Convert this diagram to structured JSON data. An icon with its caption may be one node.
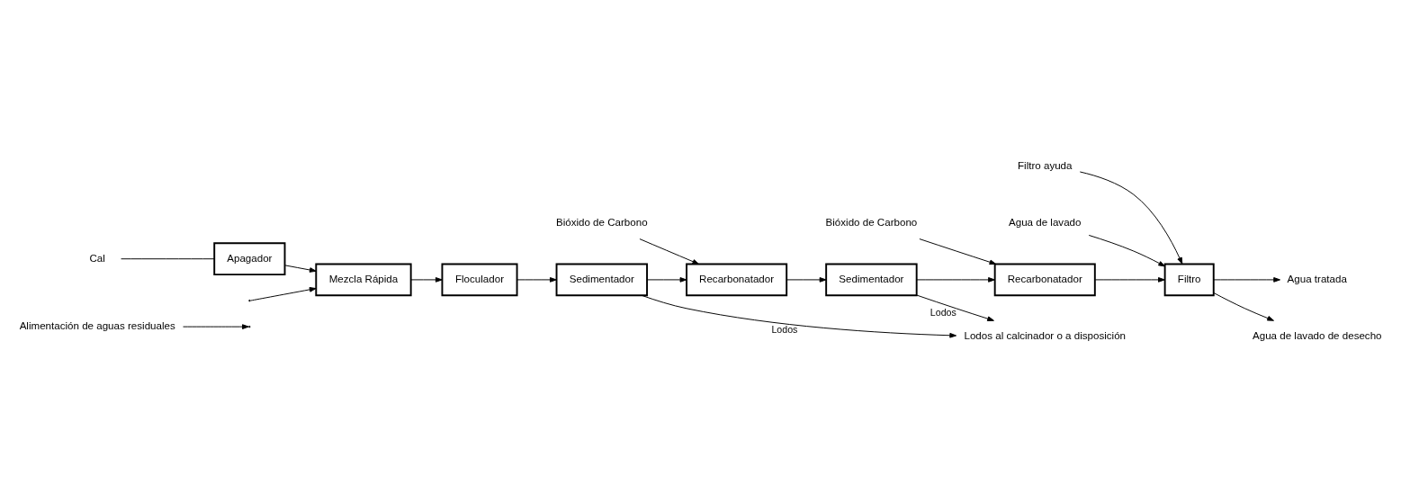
{
  "diagram": {
    "nodes": [
      {
        "text": [
          "Alimentación de aguas residuales"
        ]
      },
      {
        "text": [
          "Mezcla Rápida"
        ]
      },
      {
        "text": [
          "Floculador"
        ]
      },
      {
        "text": [
          "Sedimentador"
        ]
      },
      {
        "text": [
          "Recarbonatador"
        ]
      },
      {
        "text": [
          "Sedimentador"
        ]
      },
      {
        "text": [
          "Recarbonatador"
        ]
      },
      {
        "text": [
          "Filtro"
        ]
      },
      {
        "text": [
          "Agua tratada"
        ]
      },
      {
        "text": [
          "Agua de lavado de desecho"
        ]
      },
      {
        "text": [
          "Filtro ayuda"
        ]
      },
      {
        "text": [
          "Agua de lavado"
        ]
      },
      {
        "text": [
          "Bióxido de Carbono"
        ]
      },
      {
        "text": [
          "Bióxido de Carbono"
        ]
      },
      {
        "text": [
          "Apagador"
        ]
      },
      {
        "text": [
          "Cal"
        ]
      },
      {
        "text": [
          "Lodos al calcinador o a disposición"
        ]
      }
    ],
    "edges": [
      {
        "from": null,
        "to": 1,
        "arrow": "to"
      },
      {
        "from": 0,
        "to": null,
        "arrow": "to"
      },
      {
        "from": 1,
        "to": 2,
        "arrow": "to"
      },
      {
        "from": 2,
        "to": 3,
        "arrow": "to"
      },
      {
        "from": 3,
        "to": 4,
        "arrow": "to"
      },
      {
        "from": 4,
        "to": 5,
        "arrow": "to"
      },
      {
        "from": 5,
        "to": 6,
        "arrow": "to"
      },
      {
        "from": 6,
        "to": 7,
        "arrow": "to"
      },
      {
        "from": 7,
        "to": 8,
        "arrow": "to"
      },
      {
        "from": 7,
        "to": 9,
        "arrow": "to"
      },
      {
        "from": 10,
        "to": 7,
        "arrow": "to"
      },
      {
        "from": 11,
        "to": 7,
        "arrow": "to"
      },
      {
        "from": 13,
        "to": 4,
        "arrow": "to"
      },
      {
        "from": 12,
        "to": 6,
        "arrow": "to"
      },
      {
        "from": 15,
        "to": 14,
        "arrow": "none"
      },
      {
        "from": 14,
        "to": 1,
        "arrow": "to"
      },
      {
        "from": 3,
        "to": 16,
        "arrow": "to",
        "label": "Lodos"
      },
      {
        "from": 5,
        "to": 16,
        "arrow": "to",
        "label": "Lodos"
      }
    ]
  }
}
